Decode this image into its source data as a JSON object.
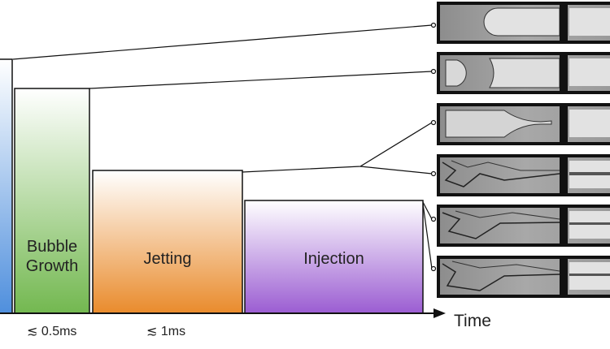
{
  "phases": [
    {
      "id": "first",
      "label": "",
      "top_color": "#ffffff",
      "bottom_color": "#4f8fdd",
      "level": 0.835
    },
    {
      "id": "bubble",
      "label": "Bubble\nGrowth",
      "top_color": "#ffffff",
      "bottom_color": "#73b850",
      "level": 0.745
    },
    {
      "id": "jetting",
      "label": "Jetting",
      "top_color": "#ffffff",
      "bottom_color": "#e98b2c",
      "level": 0.475
    },
    {
      "id": "injection",
      "label": "Injection",
      "top_color": "#ffffff",
      "bottom_color": "#9b5dd2",
      "level": 0.385
    }
  ],
  "annotations": {
    "bubble_duration": "≲ 0.5ms",
    "jetting_duration": "≲ 1ms"
  },
  "axis": {
    "label": "Time"
  },
  "colors": {
    "stroke": "#111111",
    "frame_bg": "#9a9a9a"
  }
}
